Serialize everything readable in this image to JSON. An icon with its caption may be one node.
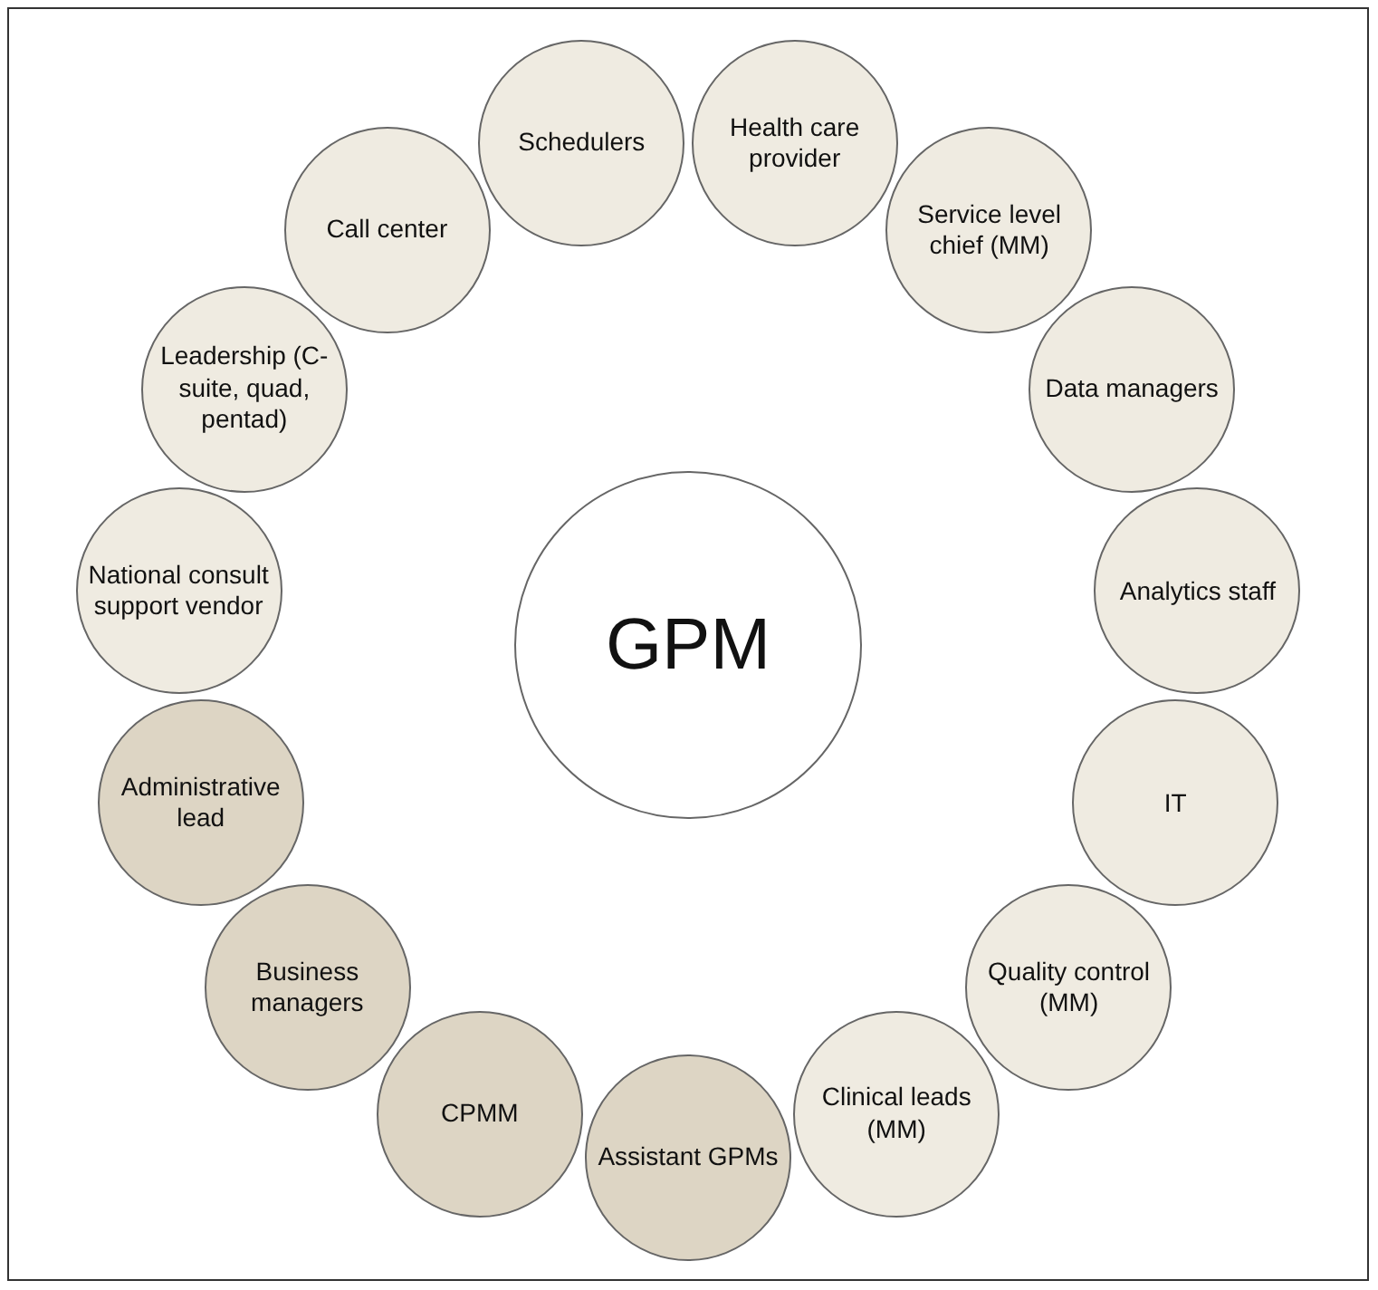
{
  "diagram": {
    "nodes": [
      {
        "text": [
          "GPM"
        ]
      },
      {
        "text": [
          "Schedulers"
        ]
      },
      {
        "text": [
          "Health care provider"
        ]
      },
      {
        "text": [
          "Service level chief (MM)"
        ]
      },
      {
        "text": [
          "Data managers"
        ]
      },
      {
        "text": [
          "Analytics staff"
        ]
      },
      {
        "text": [
          "IT"
        ]
      },
      {
        "text": [
          "Quality control (MM)"
        ]
      },
      {
        "text": [
          "Clinical leads (MM)"
        ]
      },
      {
        "text": [
          "Assistant GPMs"
        ]
      },
      {
        "text": [
          "CPMM"
        ]
      },
      {
        "text": [
          "Business managers"
        ]
      },
      {
        "text": [
          "Administrative lead"
        ]
      },
      {
        "text": [
          "National consult support vendor"
        ]
      },
      {
        "text": [
          "Leadership (C-suite, quad, pentad)"
        ]
      },
      {
        "text": [
          "Call center"
        ]
      }
    ]
  }
}
